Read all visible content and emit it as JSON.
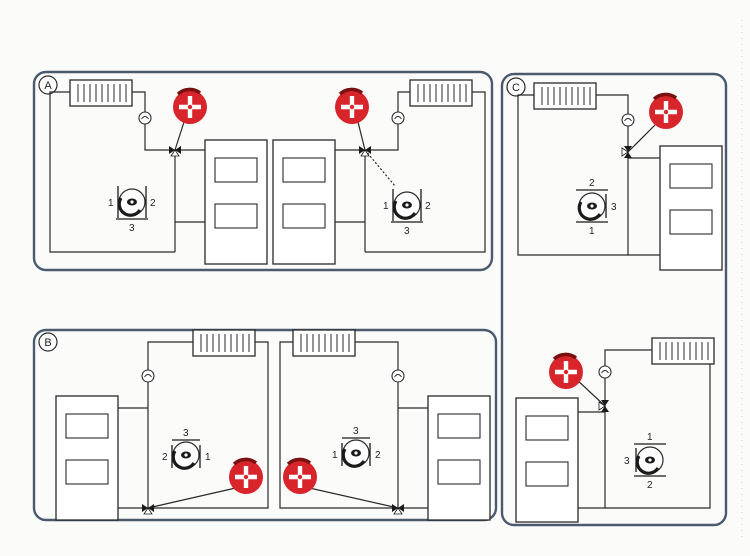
{
  "panels": {
    "a": {
      "label": "A"
    },
    "b": {
      "label": "B"
    },
    "c": {
      "label": "C"
    }
  },
  "valve_ports": {
    "a_left": {
      "left": "1",
      "right": "2",
      "bottom": "3"
    },
    "a_right": {
      "left": "1",
      "right": "2",
      "bottom": "3"
    },
    "b_left": {
      "top": "3",
      "left": "2",
      "right": "1"
    },
    "b_right": {
      "top": "3",
      "left": "1",
      "right": "2"
    },
    "c_top": {
      "top": "2",
      "right": "3",
      "bottom": "1"
    },
    "c_bottom": {
      "top": "1",
      "left": "3",
      "bottom": "2"
    }
  },
  "colors": {
    "panel_border": "#4a5b70",
    "line": "#2a2a2a",
    "actuator_red": "#d8252b",
    "actuator_dark": "#7a1010"
  }
}
